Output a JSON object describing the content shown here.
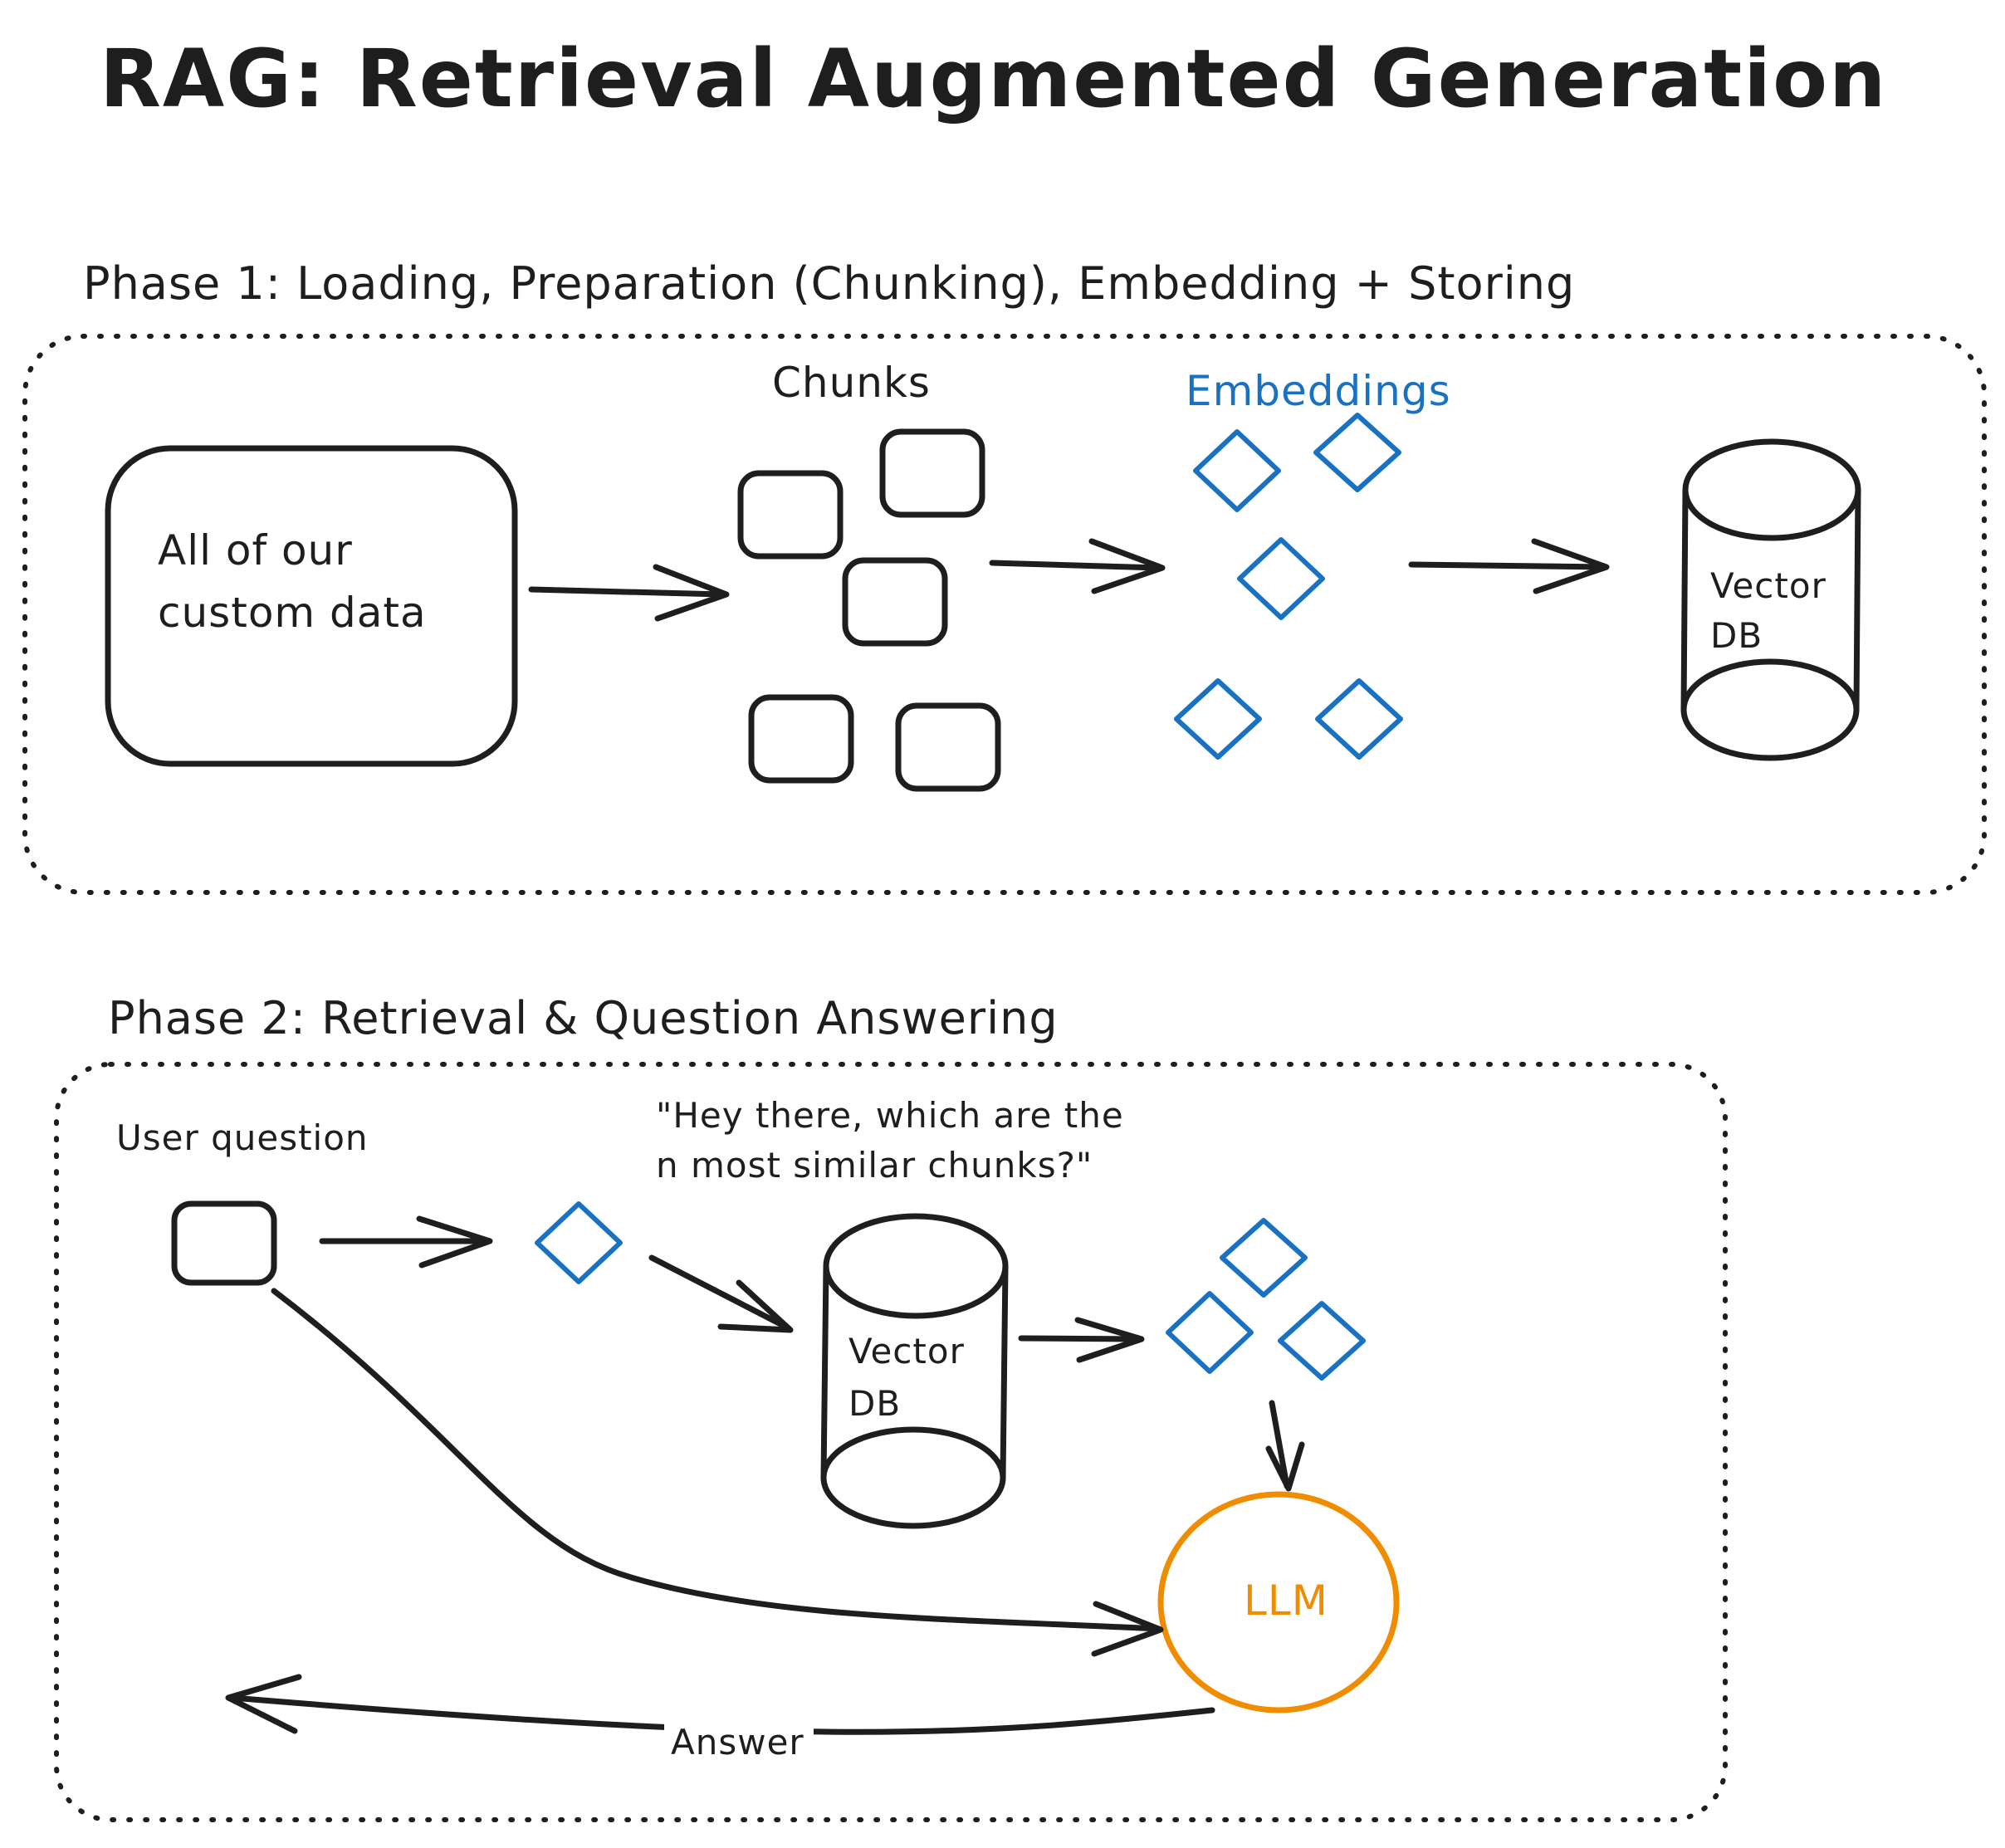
{
  "title": "RAG: Retrieval Augmented Generation",
  "phase1": {
    "heading": "Phase 1: Loading, Preparation (Chunking), Embedding + Storing",
    "custom_data_line1": "All of our",
    "custom_data_line2": "custom data",
    "chunks_label": "Chunks",
    "embeddings_label": "Embeddings",
    "vector_db_line1": "Vector",
    "vector_db_line2": "DB"
  },
  "phase2": {
    "heading": "Phase 2: Retrieval & Question Answering",
    "user_question_label": "User question",
    "query_line1": "\"Hey there, which are the",
    "query_line2": "n most similar chunks?\"",
    "vector_db_line1": "Vector",
    "vector_db_line2": "DB",
    "llm_label": "LLM",
    "answer_label": "Answer"
  },
  "colors": {
    "ink": "#1e1e1e",
    "embedding_blue": "#1971c2",
    "llm_orange": "#f08c00"
  }
}
